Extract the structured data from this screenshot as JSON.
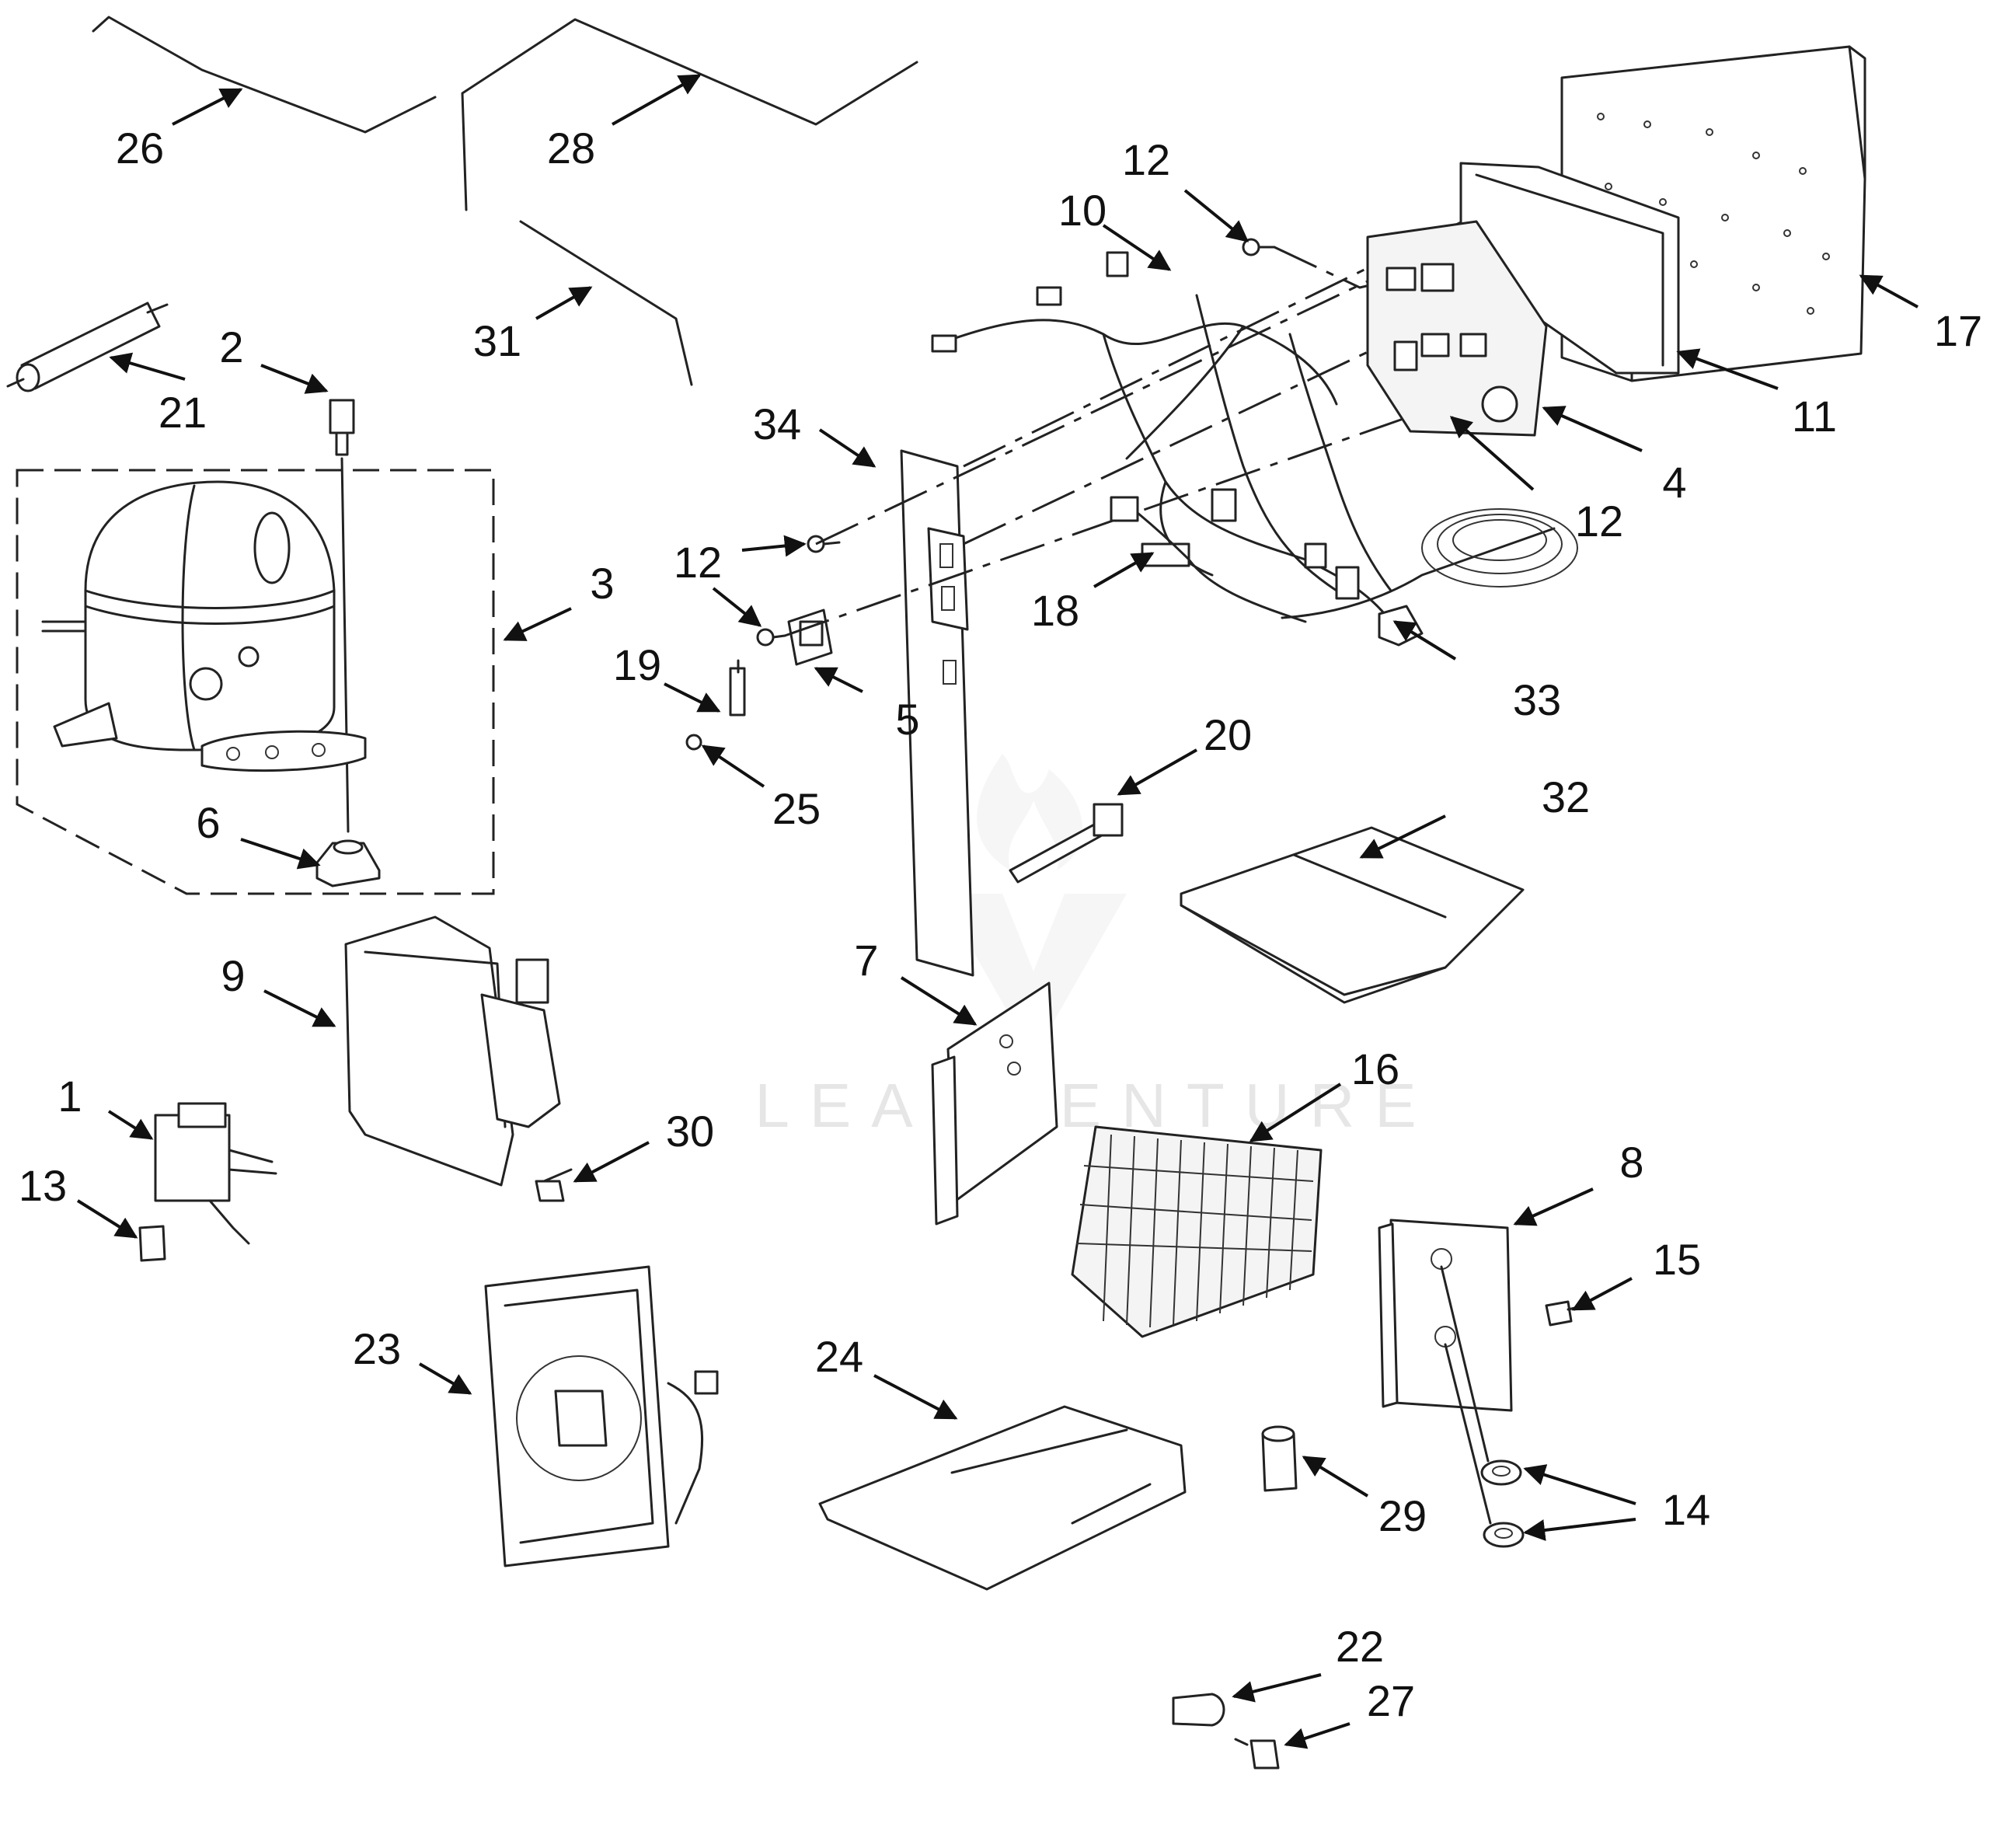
{
  "diagram": {
    "watermark": {
      "text": "LEADVENTURE"
    },
    "callouts": [
      "26",
      "28",
      "31",
      "21",
      "2",
      "3",
      "6",
      "12",
      "10",
      "17",
      "11",
      "4",
      "12",
      "34",
      "12",
      "19",
      "5",
      "25",
      "18",
      "33",
      "20",
      "32",
      "9",
      "1",
      "13",
      "30",
      "7",
      "16",
      "8",
      "15",
      "23",
      "24",
      "29",
      "14",
      "22",
      "27"
    ]
  }
}
